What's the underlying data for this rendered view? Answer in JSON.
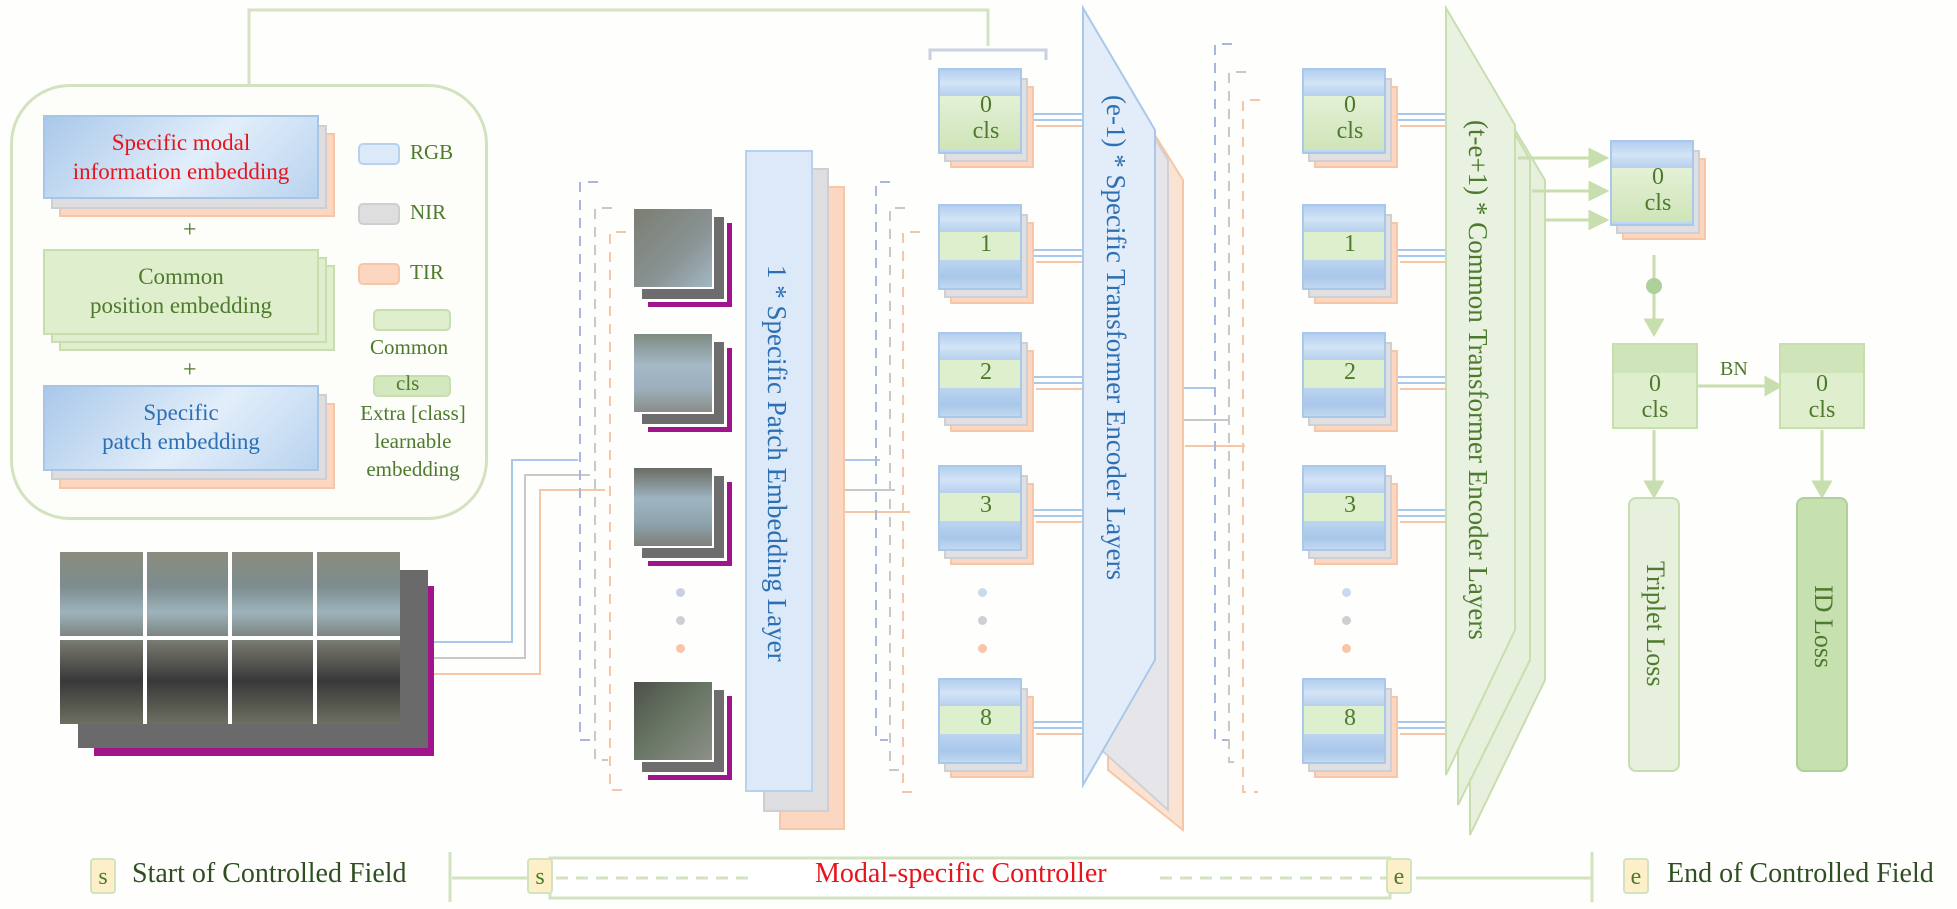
{
  "legend_panel": {
    "embeddings": [
      {
        "label_line1": "Specific modal",
        "label_line2": "information embedding",
        "color": "#e8141c",
        "type": "specific"
      },
      {
        "label_line1": "Common",
        "label_line2": "position embedding",
        "color": "#4d7a2c",
        "type": "common"
      },
      {
        "label_line1": "Specific",
        "label_line2": "patch embedding",
        "color": "#2c6fb3",
        "type": "specific"
      }
    ],
    "plus": "+",
    "modalities": [
      {
        "label": "RGB",
        "color": "#dbe9f8"
      },
      {
        "label": "NIR",
        "color": "#dededf"
      },
      {
        "label": "TIR",
        "color": "#fbd6c0"
      }
    ],
    "common_label": "Common",
    "cls_label": "cls",
    "cls_desc_line1": "Extra [class]",
    "cls_desc_line2": "learnable",
    "cls_desc_line3": "embedding"
  },
  "input_image": {
    "description": "vehicle image split into 8 patches, RGB/NIR/TIR stacks"
  },
  "patch_embedding_layer": {
    "label": "1 * Specific Patch Embedding Layer"
  },
  "specific_encoder": {
    "label": "(e-1) * Specific Transformer Encoder Layers"
  },
  "common_encoder": {
    "label": "(t-e+1) * Common Transformer Encoder Layers"
  },
  "token_columns": [
    {
      "tokens": [
        {
          "num": "0",
          "cls": "cls"
        },
        {
          "num": "1"
        },
        {
          "num": "2"
        },
        {
          "num": "3"
        },
        {
          "num": "8"
        }
      ]
    },
    {
      "tokens": [
        {
          "num": "0",
          "cls": "cls"
        },
        {
          "num": "1"
        },
        {
          "num": "2"
        },
        {
          "num": "3"
        },
        {
          "num": "8"
        }
      ]
    }
  ],
  "head": {
    "output_token": {
      "num": "0",
      "cls": "cls"
    },
    "bn_label": "BN",
    "feature_token": {
      "num": "0",
      "cls": "cls"
    },
    "bn_token": {
      "num": "0",
      "cls": "cls"
    },
    "triplet_loss": "Triplet Loss",
    "id_loss": "ID Loss"
  },
  "controller_bar": {
    "start_badge": "s",
    "start_label": "Start of Controlled Field",
    "controller_label": "Modal-specific Controller",
    "end_badge": "e",
    "end_label": "End of Controlled Field",
    "label_color": "#e8141c"
  },
  "colors": {
    "rgb": "#a9c8ea",
    "nir": "#d0d0d4",
    "tir": "#f7c6a6",
    "common": "#c8deae",
    "thermal_bar": "#a0148c"
  }
}
